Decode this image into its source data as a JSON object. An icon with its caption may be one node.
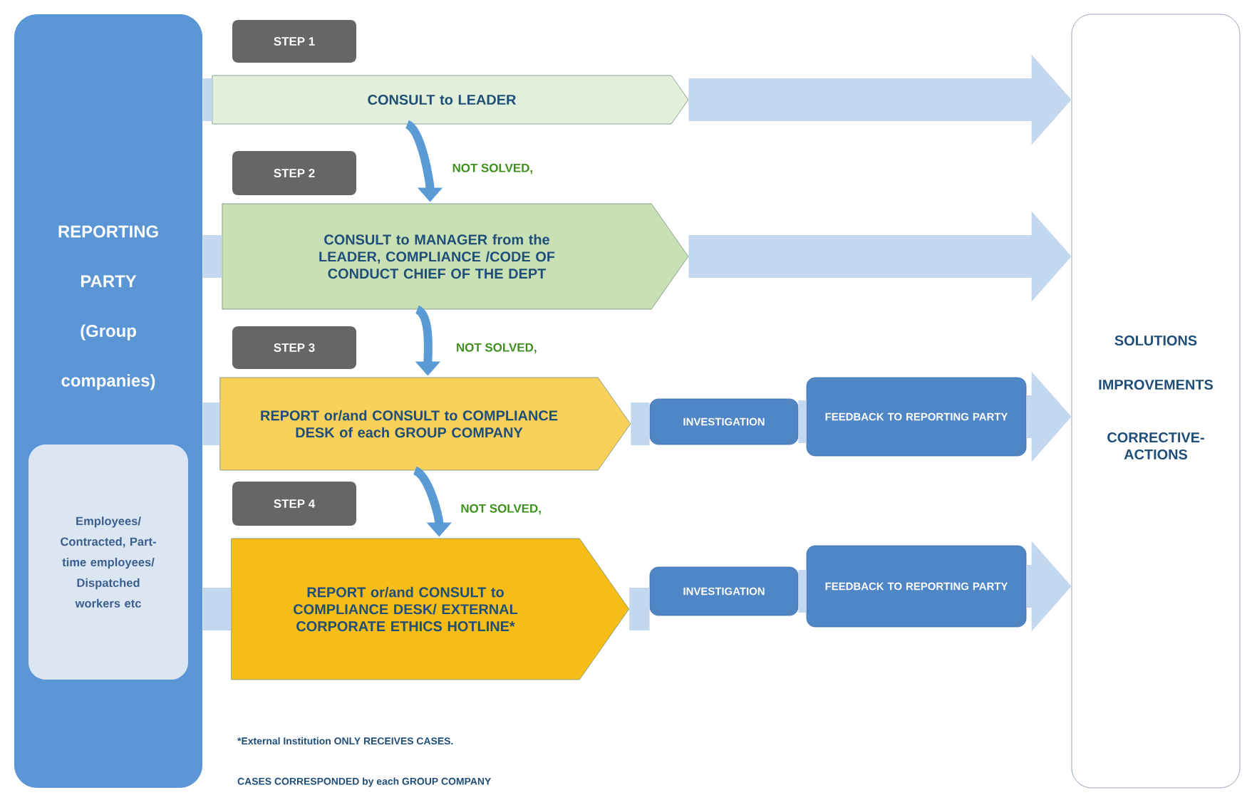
{
  "diagram": {
    "nodes": [
      {
        "text": [
          "REPORTING PARTY (Group companies)"
        ]
      },
      {
        "text": [
          "Employees/ Contracted, Part-time employees/ Dispatched workers etc"
        ],
        "in": 0
      },
      {
        "text": [
          "STEP 1"
        ]
      },
      {
        "text": [
          "CONSULT to LEADER"
        ]
      },
      {
        "text": [
          "STEP 2"
        ]
      },
      {
        "text": [
          "CONSULT to MANAGER from the LEADER, COMPLIANCE /CODE OF CONDUCT CHIEF OF THE DEPT"
        ]
      },
      {
        "text": [
          "STEP 3"
        ]
      },
      {
        "text": [
          "REPORT or/and CONSULT to COMPLIANCE DESK of each GROUP COMPANY"
        ]
      },
      {
        "text": [
          "INVESTIGATION"
        ]
      },
      {
        "text": [
          "FEEDBACK TO REPORTING PARTY"
        ]
      },
      {
        "text": [
          "STEP 4"
        ]
      },
      {
        "text": [
          "REPORT or/and CONSULT to COMPLIANCE DESK/ EXTERNAL CORPORATE ETHICS HOTLINE*"
        ]
      },
      {
        "text": [
          "INVESTIGATION"
        ]
      },
      {
        "text": [
          "FEEDBACK TO REPORTING PARTY"
        ]
      },
      {
        "text": [
          "SOLUTIONS",
          "IMPROVEMENTS",
          "CORRECTIVE- ACTIONS"
        ]
      }
    ],
    "edges": [
      {
        "from": 0,
        "to": 3,
        "arrow": "none"
      },
      {
        "from": 3,
        "to": 14,
        "arrow": "to"
      },
      {
        "from": 0,
        "to": 5,
        "arrow": "none"
      },
      {
        "from": 5,
        "to": 14,
        "arrow": "to"
      },
      {
        "from": 0,
        "to": 7,
        "arrow": "none"
      },
      {
        "from": 7,
        "to": 8,
        "arrow": "none"
      },
      {
        "from": 8,
        "to": 9,
        "arrow": "none"
      },
      {
        "from": 9,
        "to": 14,
        "arrow": "to"
      },
      {
        "from": 0,
        "to": 11,
        "arrow": "none"
      },
      {
        "from": 11,
        "to": 12,
        "arrow": "none"
      },
      {
        "from": 12,
        "to": 13,
        "arrow": "none"
      },
      {
        "from": 13,
        "to": 14,
        "arrow": "to"
      },
      {
        "from": 3,
        "to": 5,
        "arrow": "to",
        "label": "NOT SOLVED,",
        "color": "#5b9bd5"
      },
      {
        "from": 5,
        "to": 7,
        "arrow": "to",
        "label": "NOT SOLVED,",
        "color": "#5b9bd5"
      },
      {
        "from": 7,
        "to": 11,
        "arrow": "to",
        "label": "NOT SOLVED,",
        "color": "#5b9bd5"
      }
    ],
    "labels": [
      "*External Institution ONLY RECEIVES CASES.",
      "CASES CORRESPONDED by each GROUP COMPANY"
    ]
  }
}
